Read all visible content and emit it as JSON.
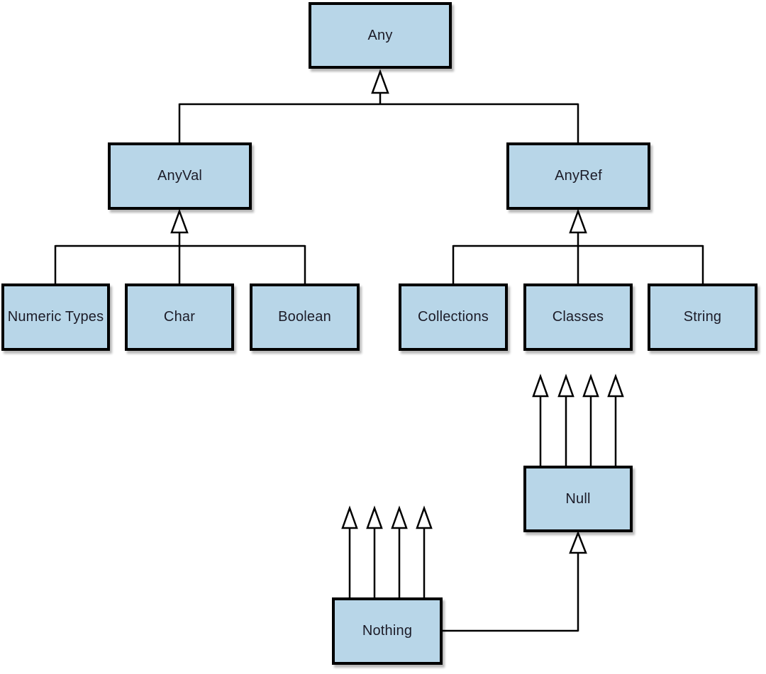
{
  "diagram": {
    "nodes": [
      {
        "id": "any",
        "label": "Any"
      },
      {
        "id": "anyval",
        "label": "AnyVal"
      },
      {
        "id": "anyref",
        "label": "AnyRef"
      },
      {
        "id": "numeric_types",
        "label": "Numeric Types"
      },
      {
        "id": "char",
        "label": "Char"
      },
      {
        "id": "boolean",
        "label": "Boolean"
      },
      {
        "id": "collections",
        "label": "Collections"
      },
      {
        "id": "classes",
        "label": "Classes"
      },
      {
        "id": "string",
        "label": "String"
      },
      {
        "id": "null",
        "label": "Null"
      },
      {
        "id": "nothing",
        "label": "Nothing"
      }
    ],
    "edges": [
      {
        "from": "AnyVal",
        "to": "Any",
        "type": "inheritance"
      },
      {
        "from": "AnyRef",
        "to": "Any",
        "type": "inheritance"
      },
      {
        "from": "Numeric Types",
        "to": "AnyVal",
        "type": "inheritance"
      },
      {
        "from": "Char",
        "to": "AnyVal",
        "type": "inheritance"
      },
      {
        "from": "Boolean",
        "to": "AnyVal",
        "type": "inheritance"
      },
      {
        "from": "Collections",
        "to": "AnyRef",
        "type": "inheritance"
      },
      {
        "from": "Classes",
        "to": "AnyRef",
        "type": "inheritance"
      },
      {
        "from": "String",
        "to": "AnyRef",
        "type": "inheritance"
      },
      {
        "from": "Nothing",
        "to": "Null",
        "type": "inheritance"
      }
    ],
    "floating_arrow_groups": [
      {
        "above_node": "Null",
        "arrow_count": 4,
        "direction": "up"
      },
      {
        "above_node": "Nothing",
        "arrow_count": 4,
        "direction": "up"
      }
    ],
    "colors": {
      "node_fill": "#b8d6e8",
      "node_border": "#000000",
      "edge_line": "#000000",
      "text": "#1c1c28",
      "background": "#ffffff"
    }
  }
}
